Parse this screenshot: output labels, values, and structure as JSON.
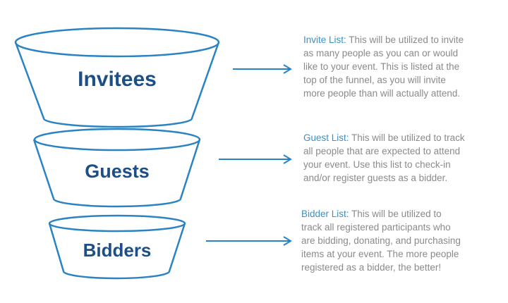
{
  "colors": {
    "stroke": "#2a83c3",
    "label": "#1c4f86",
    "term": "#3e8fc4",
    "body": "#8a8a8a",
    "background": "#ffffff"
  },
  "funnel": [
    {
      "label": "Invitees",
      "term": "Invite List:",
      "lines": [
        " This will be utilized to invite",
        "as many people as you can or would",
        "like to your event. This is listed at the",
        "top of the funnel, as you will invite",
        "more people than will actually attend."
      ]
    },
    {
      "label": "Guests",
      "term": "Guest List:",
      "lines": [
        " This will be utilized to track",
        "all people that are expected to attend",
        "your event. Use this list to check-in",
        "and/or register guests as a bidder."
      ]
    },
    {
      "label": "Bidders",
      "term": "Bidder List:",
      "lines": [
        " This will be utilized to",
        "track all registered participants who",
        "are bidding, donating, and purchasing",
        "items at your event. The more people",
        "registered as a bidder, the better!"
      ]
    }
  ]
}
